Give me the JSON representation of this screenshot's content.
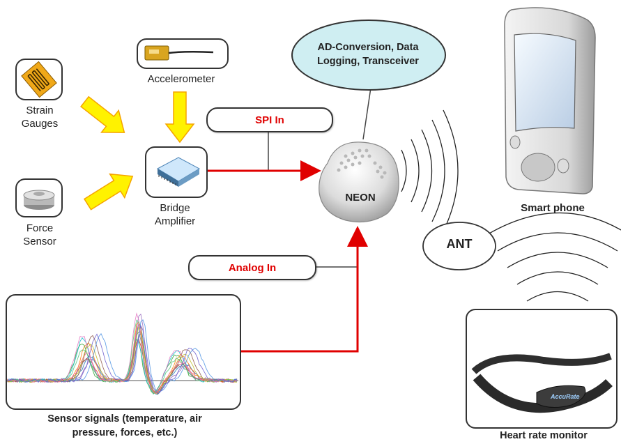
{
  "labels": {
    "strain_gauges": "Strain\nGauges",
    "accelerometer": "Accelerometer",
    "force_sensor": "Force\nSensor",
    "bridge_amplifier": "Bridge\nAmplifier",
    "spi_in": "SPI In",
    "analog_in": "Analog In",
    "neon": "NEON",
    "ant": "ANT",
    "processing": "AD-Conversion, Data\nLogging, Transceiver",
    "smart_phone": "Smart phone",
    "heart_rate_monitor": "Heart rate monitor",
    "sensor_signals": "Sensor signals (temperature, air\npressure, forces, etc.)",
    "strap_brand": "AccuRate"
  },
  "colors": {
    "signal_line": "#e00000",
    "arrow_fill": "#fff200",
    "arrow_stroke": "#f5a300",
    "bubble_fill": "#cfeef2",
    "callout_text": "#e00000"
  }
}
